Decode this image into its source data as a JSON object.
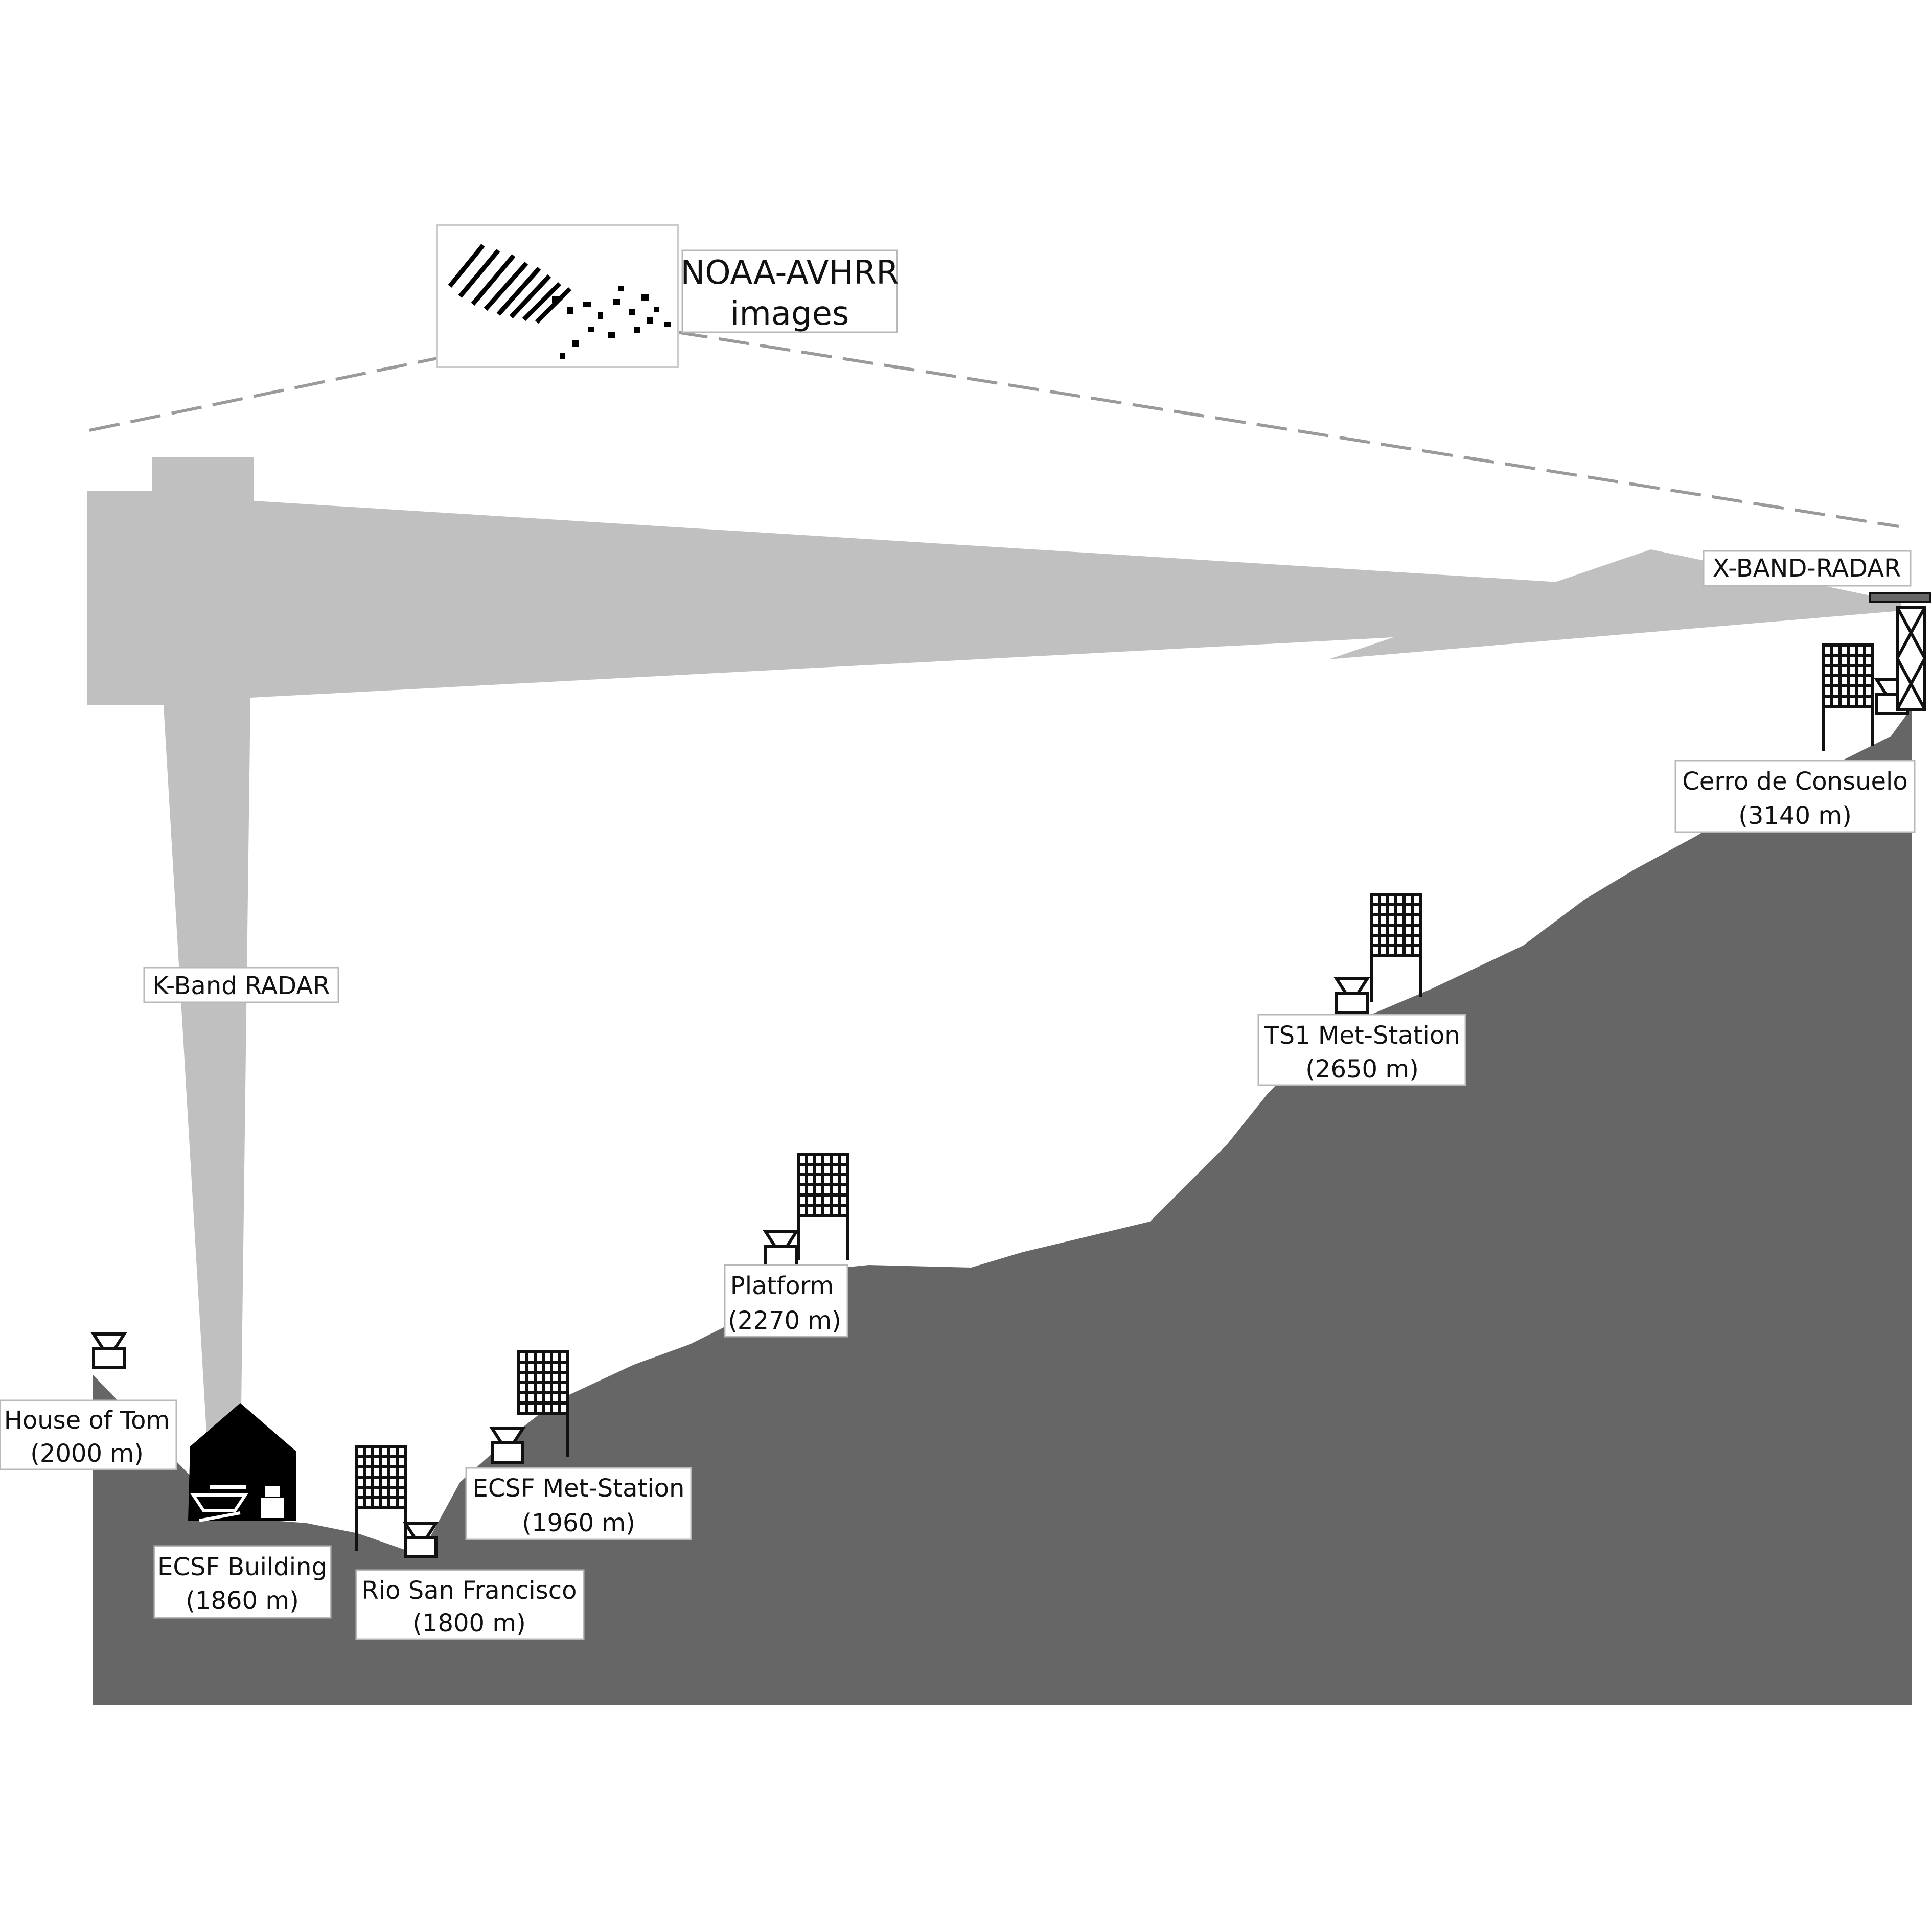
{
  "colors": {
    "terrain": "#666666",
    "radar_beam": "#c0c0c0",
    "building": "#000000",
    "label_border": "#b8b8b8"
  },
  "satellite": {
    "label_line1": "NOAA-AVHRR",
    "label_line2": "images",
    "icon": "satellite-image-icon"
  },
  "k_band_radar": {
    "label": "K-Band RADAR"
  },
  "x_band_radar": {
    "label": "X-BAND-RADAR"
  },
  "sites": [
    {
      "name": "House of Tom",
      "elevation": "(2000 m)"
    },
    {
      "name": "ECSF Building",
      "elevation": "(1860 m)"
    },
    {
      "name": "Rio San Francisco",
      "elevation": "(1800 m)"
    },
    {
      "name": "ECSF Met-Station",
      "elevation": "(1960 m)"
    },
    {
      "name": "Platform",
      "elevation": "(2270 m)"
    },
    {
      "name": "TS1 Met-Station",
      "elevation": "(2650 m)"
    },
    {
      "name": "Cerro de Consuelo",
      "elevation": "(3140 m)"
    }
  ]
}
